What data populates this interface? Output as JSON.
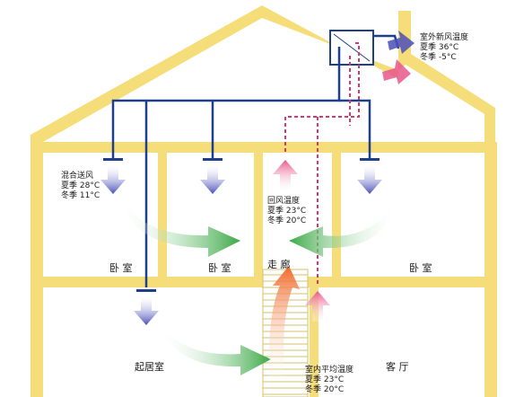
{
  "labels": {
    "outdoor_title": "室外新风温度",
    "outdoor_summer": "夏季 36°C",
    "outdoor_winter": "冬季 -5°C",
    "supply_title": "混合送风",
    "supply_summer": "夏季 28°C",
    "supply_winter": "冬季 11°C",
    "return_title": "回风温度",
    "return_summer": "夏季 23°C",
    "return_winter": "冬季 20°C",
    "indoor_title": "室内平均温度",
    "indoor_summer": "夏季 23°C",
    "indoor_winter": "冬季 20°C"
  },
  "rooms": {
    "bedroom_left": "卧 室",
    "bedroom_middle": "卧 室",
    "corridor": "走 廊",
    "bedroom_right": "卧 室",
    "living_room": "起居室",
    "hall": "客 厅"
  },
  "colors": {
    "wall": "#f5de7a",
    "supply_duct": "#1f3f8a",
    "return_duct": "#d23a6a",
    "supply_arrow": "#4a4fb8",
    "return_arrow": "#e8578a",
    "flow_arrow": "#3aa845",
    "rising_arrow": "#f06a2a"
  },
  "icons": {
    "supply_vent": "down-arrow-icon",
    "return_vent": "up-arrow-icon",
    "air_flow": "curved-arrow-icon",
    "hrv_unit": "ventilation-unit-icon"
  }
}
